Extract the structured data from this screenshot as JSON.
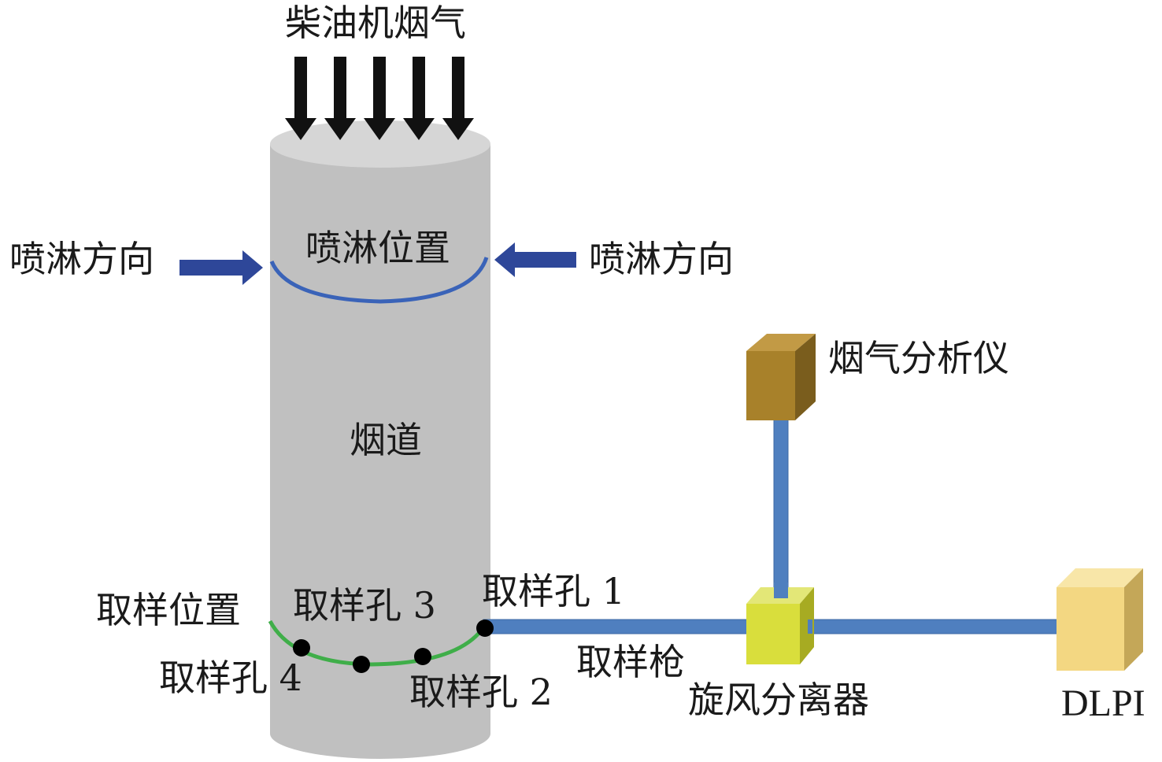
{
  "labels": {
    "exhaust_source": "柴油机烟气",
    "spray_direction_left": "喷淋方向",
    "spray_direction_right": "喷淋方向",
    "spray_position": "喷淋位置",
    "flue": "烟道",
    "sampling_position": "取样位置",
    "hole_1": "取样孔 1",
    "hole_2": "取样孔 2",
    "hole_3": "取样孔 3",
    "hole_4": "取样孔 4",
    "sampling_gun": "取样枪",
    "cyclone_separator": "旋风分离器",
    "gas_analyzer": "烟气分析仪",
    "dlpi": "DLPI"
  },
  "colors": {
    "flue_body": "#c0c0c0",
    "flue_top": "#d6d6d6",
    "exhaust_arrows": "#111111",
    "spray_arrows": "#2e4799",
    "spray_ring": "#3a63b8",
    "sampling_ring": "#3fae49",
    "sampling_points": "#000000",
    "pipes": "#4f7fbf",
    "gas_analyzer_box": "#a8812a",
    "cyclone_box": "#d9de3c",
    "dlpi_box": "#f3d782"
  },
  "icons": {
    "gas_analyzer": "brown-cube-icon",
    "cyclone_separator": "yellow-green-cube-icon",
    "dlpi": "light-yellow-cube-icon"
  }
}
